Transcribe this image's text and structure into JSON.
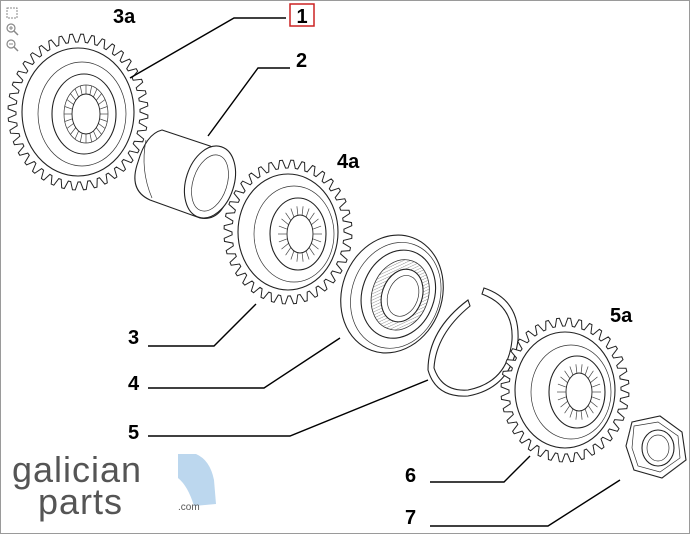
{
  "toolbar": {
    "fit_icon": "fit-to-window-icon",
    "zoom_in_icon": "zoom-in-icon",
    "zoom_out_icon": "zoom-out-icon"
  },
  "callouts": {
    "c1": "1",
    "c2": "2",
    "c3a": "3a",
    "c4a": "4a",
    "c3": "3",
    "c4": "4",
    "c5": "5",
    "c5a": "5a",
    "c6": "6",
    "c7": "7"
  },
  "logo": {
    "line1": "galician",
    "line2": "parts",
    "domain": ".com"
  },
  "colors": {
    "selected_box": "#cc2222",
    "logo_gray": "#555555",
    "logo_blue": "#bcd7ee"
  }
}
